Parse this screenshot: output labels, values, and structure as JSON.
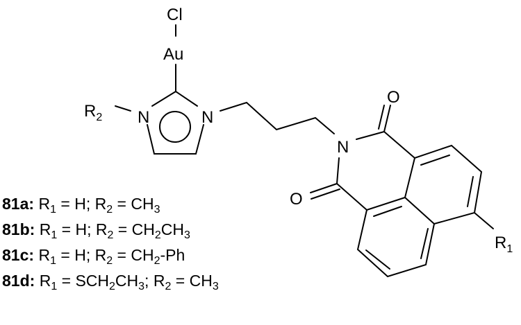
{
  "atoms": {
    "cl": "Cl",
    "au": "Au",
    "n_left": "N",
    "n_right": "N",
    "n_imide": "N",
    "o_top": "O",
    "o_bottom": "O",
    "r2": "R",
    "r2_sub": "2",
    "r1": "R",
    "r1_sub": "1"
  },
  "compounds": [
    {
      "id": "81a:",
      "r1": "H",
      "r2_parts": [
        "CH",
        "3",
        ""
      ]
    },
    {
      "id": "81b:",
      "r1": "H",
      "r2_parts": [
        "CH",
        "2",
        "CH",
        "3"
      ]
    },
    {
      "id": "81c:",
      "r1": "H",
      "r2_parts": [
        "CH",
        "2",
        "-Ph"
      ]
    },
    {
      "id": "81d:",
      "r1_parts": [
        "SCH",
        "2",
        "CH",
        "3"
      ],
      "r2_parts": [
        "CH",
        "3"
      ]
    }
  ],
  "label_text": {
    "r": "R",
    "sub1": "1",
    "sub2": "2",
    "eq": " = ",
    "semi": "; "
  }
}
